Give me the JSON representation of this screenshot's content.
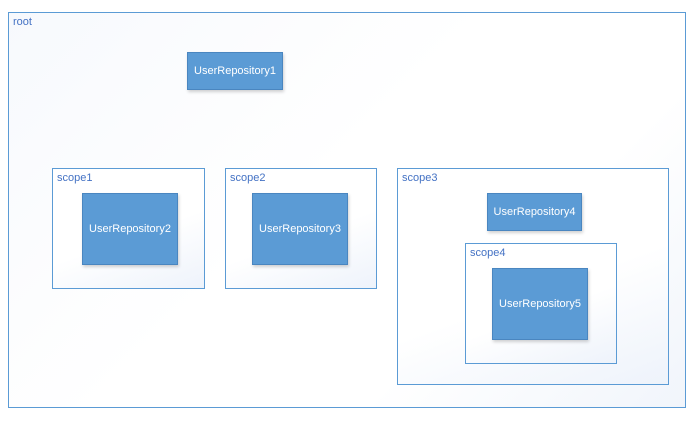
{
  "diagram": {
    "root": {
      "label": "root"
    },
    "scope1": {
      "label": "scope1"
    },
    "scope2": {
      "label": "scope2"
    },
    "scope3": {
      "label": "scope3"
    },
    "scope4": {
      "label": "scope4"
    },
    "repositories": {
      "repo1": "UserRepository1",
      "repo2": "UserRepository2",
      "repo3": "UserRepository3",
      "repo4": "UserRepository4",
      "repo5": "UserRepository5"
    },
    "colors": {
      "box_fill": "#5b9bd5",
      "border": "#5b9bd5",
      "label_text": "#4472c4",
      "box_text": "#ffffff"
    }
  }
}
